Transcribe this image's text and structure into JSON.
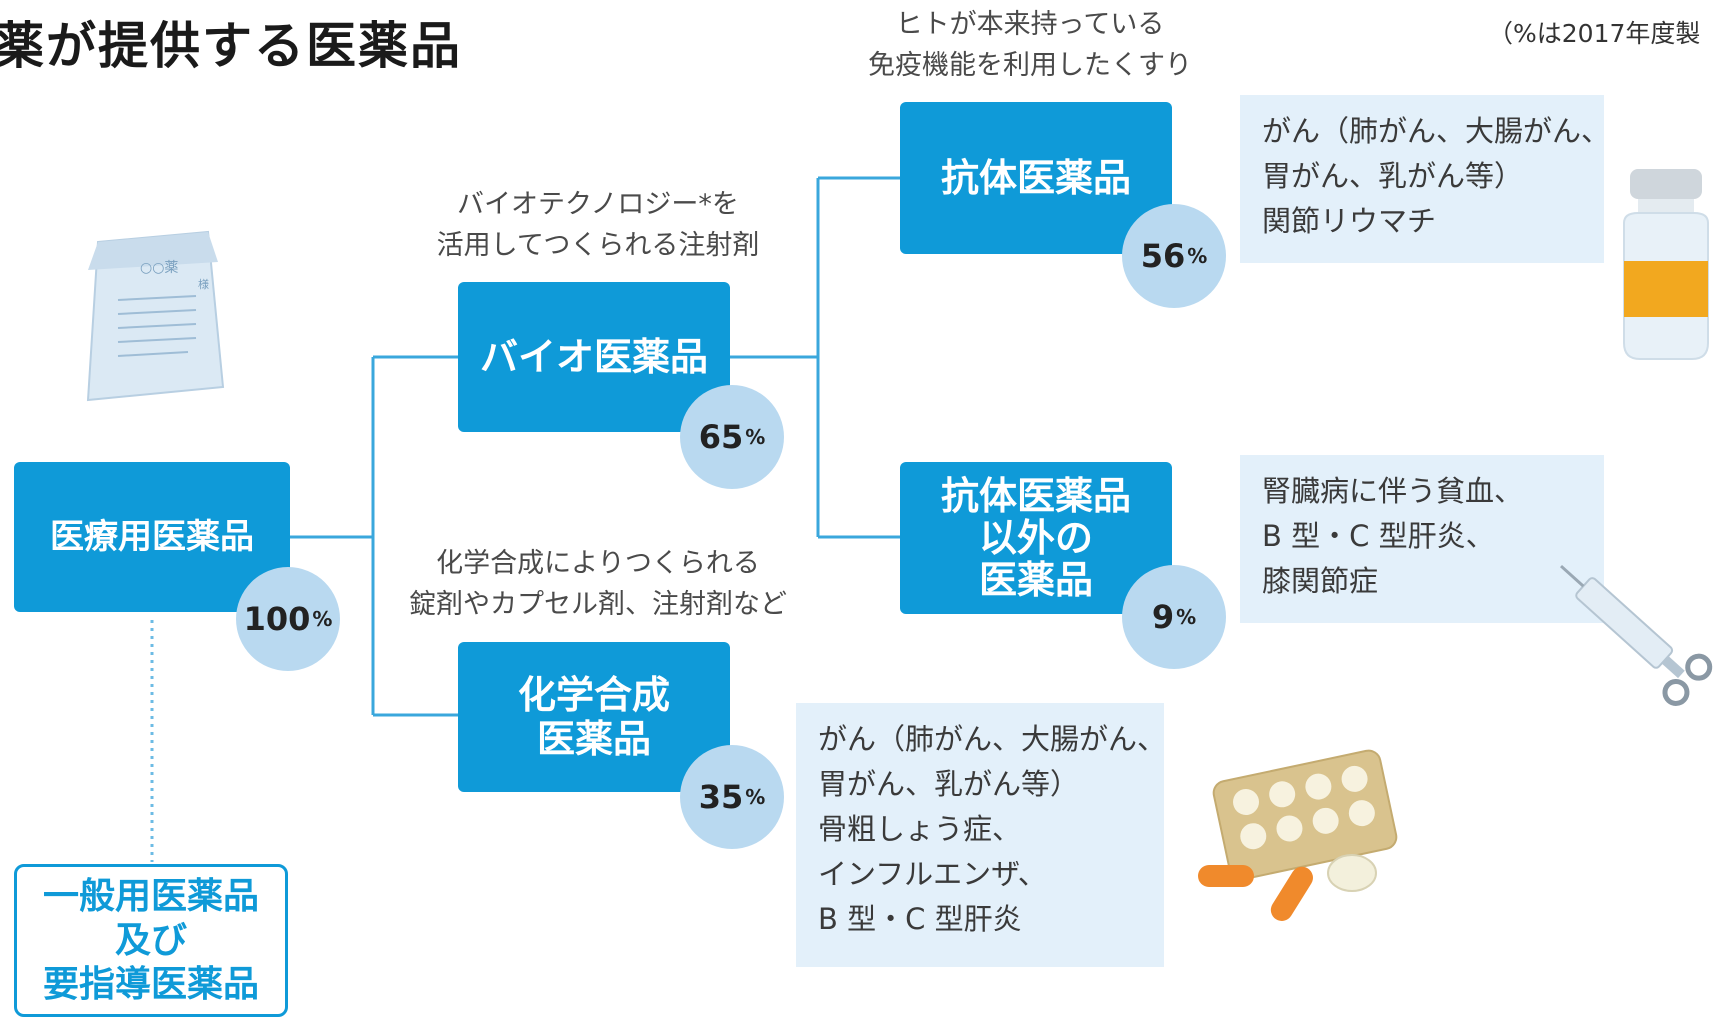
{
  "title": "薬が提供する医薬品",
  "note": "（%は2017年度製",
  "nodes": {
    "iryo": {
      "label": "医療用医薬品",
      "percent": "100",
      "unit": "%"
    },
    "bio": {
      "label": "バイオ医薬品",
      "percent": "65",
      "unit": "%"
    },
    "chem": {
      "label_lines": [
        "化学合成",
        "医薬品"
      ],
      "percent": "35",
      "unit": "%"
    },
    "antibody": {
      "label": "抗体医薬品",
      "percent": "56",
      "unit": "%"
    },
    "non_antibody": {
      "label_lines": [
        "抗体医薬品",
        "以外の",
        "医薬品"
      ],
      "percent": "9",
      "unit": "%"
    },
    "otc": {
      "label_lines": [
        "一般用医薬品",
        "及び",
        "要指導医薬品"
      ]
    }
  },
  "captions": {
    "bio": [
      "バイオテクノロジー*を",
      "活用してつくられる注射剤"
    ],
    "chem": [
      "化学合成によりつくられる",
      "錠剤やカプセル剤、注射剤など"
    ],
    "antibody": [
      "ヒトが本来持っている",
      "免疫機能を利用したくすり"
    ]
  },
  "examples": {
    "antibody": [
      "がん（肺がん、大腸がん、",
      "胃がん、乳がん等）",
      "関節リウマチ"
    ],
    "non_antibody": [
      "腎臓病に伴う貧血、",
      "B 型・C 型肝炎、",
      "膝関節症"
    ],
    "chem": [
      "がん（肺がん、大腸がん、",
      "胃がん、乳がん等）",
      "骨粗しょう症、",
      "インフルエンザ、",
      "B 型・C 型肝炎"
    ]
  },
  "illustrations": {
    "medicine_bag": {
      "icon": "medicine-bag-icon",
      "text": [
        "○○薬",
        "様"
      ]
    },
    "vial": {
      "icon": "vial-icon"
    },
    "syringe": {
      "icon": "syringe-icon"
    },
    "pills": {
      "icon": "pills-icon"
    }
  },
  "colors": {
    "primary": "#0f9ad8",
    "circle": "#b9d9f0",
    "info_bg": "#e3f0fa",
    "connector": "#3aa7dc"
  }
}
